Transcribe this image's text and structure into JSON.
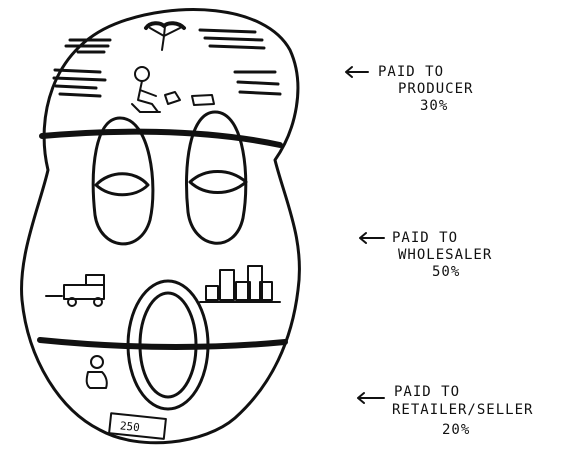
{
  "diagram": {
    "icons": [
      "tree-icon",
      "seated-farmer-icon",
      "delivery-truck-icon",
      "city-buildings-icon",
      "shopkeeper-icon",
      "price-tag-icon"
    ],
    "price_tag": "250",
    "labels": [
      {
        "lines": [
          "PAID TO",
          "PRODUCER",
          "30%"
        ]
      },
      {
        "lines": [
          "PAID TO",
          "WHOLESALER",
          "50%"
        ]
      },
      {
        "lines": [
          "PAID TO",
          "RETAILER/SELLER",
          "20%"
        ]
      }
    ],
    "colors": {
      "ink": "#111111",
      "background": "#ffffff"
    }
  }
}
